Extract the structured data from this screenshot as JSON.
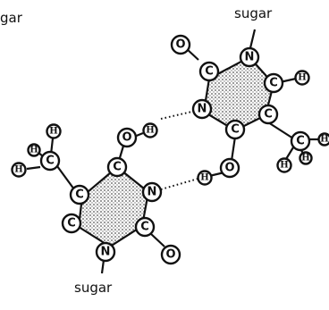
{
  "labels": {
    "sugar_top": "sugar",
    "sugar_bottom": "sugar",
    "sugar_cutoff": "gar"
  },
  "atoms": {
    "top_N1": "N",
    "top_C2": "C",
    "top_O2": "O",
    "top_N3": "N",
    "top_C4": "C",
    "top_O4": "O",
    "top_H_O4": "H",
    "top_C5": "C",
    "top_C6": "C",
    "top_H6": "H",
    "top_Cmethyl": "C",
    "top_Hm1": "H",
    "top_Hm2": "H",
    "top_Hm3": "H",
    "bot_C4": "C",
    "bot_O4": "O",
    "bot_H_O4": "H",
    "bot_N3": "N",
    "bot_C2": "C",
    "bot_O2": "O",
    "bot_N1": "N",
    "bot_C6": "C",
    "bot_C5": "C",
    "bot_Cmethyl": "C",
    "bot_Hm1": "H",
    "bot_Hm2": "H",
    "bot_Hm3": "H"
  },
  "colors": {
    "ink": "#111111",
    "stipple": "#8a8a8a"
  }
}
